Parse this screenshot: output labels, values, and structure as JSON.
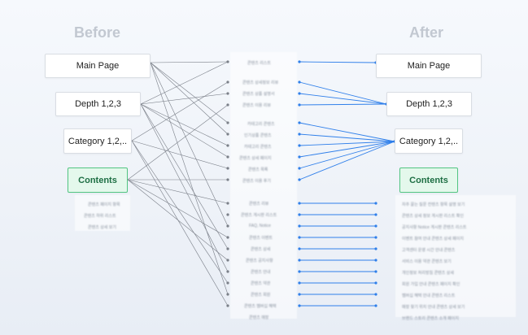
{
  "before": {
    "heading": "Before",
    "nodes": {
      "main": "Main Page",
      "depth": "Depth 1,2,3",
      "category": "Category 1,2,..",
      "contents": "Contents"
    },
    "contents_notes": [
      "콘텐츠 페이지 항목",
      "콘텐츠 하위 리스트",
      "콘텐츠 상세 보기"
    ]
  },
  "after": {
    "heading": "After",
    "nodes": {
      "main": "Main Page",
      "depth": "Depth 1,2,3",
      "category": "Category 1,2,..",
      "contents": "Contents"
    },
    "contents_notes": [
      "자주 묻는 질문 컨텐츠 항목 설명 보기",
      "콘텐츠 상세 정보 게시판 리스트 확인",
      "공지사항 Notice 게시판 콘텐츠 리스트",
      "이벤트 참여 안내 콘텐츠 상세 페이지",
      "고객센터 운영 시간 안내 콘텐츠",
      "서비스 이용 약관 콘텐츠 보기",
      "개인정보 처리방침 콘텐츠 상세",
      "회원 가입 안내 콘텐츠 페이지 확인",
      "멤버십 혜택 안내 콘텐츠 리스트",
      "매장 찾기 위치 안내 콘텐츠 상세 보기",
      "브랜드 스토리 콘텐츠 소개 페이지"
    ]
  },
  "middle": {
    "groups": [
      [
        "콘텐츠 리스트"
      ],
      [
        "콘텐츠 상세정보 리뷰",
        "콘텐츠 상품 설명서",
        "콘텐츠 이용 리뷰"
      ],
      [
        "카테고리 콘텐츠",
        "인기상품 콘텐츠",
        "카테고리 콘텐츠",
        "콘텐츠 상세 페이지",
        "콘텐츠 목록",
        "콘텐츠 이용 후기"
      ],
      [
        "콘텐츠 리뷰",
        "콘텐츠 게시판 리스트",
        "FAQ, Notice",
        "콘텐츠 이벤트",
        "콘텐츠 상세",
        "콘텐츠 공지사항",
        "콘텐츠 안내",
        "콘텐츠 약관",
        "콘텐츠 회원",
        "콘텐츠 멤버십 혜택",
        "콘텐츠 매장"
      ]
    ]
  },
  "colors": {
    "before_line": "#7a7f88",
    "after_line": "#2f7fea",
    "contents_fill": "#e4f8ec",
    "contents_border": "#52c582",
    "heading": "#c2c8d1"
  }
}
